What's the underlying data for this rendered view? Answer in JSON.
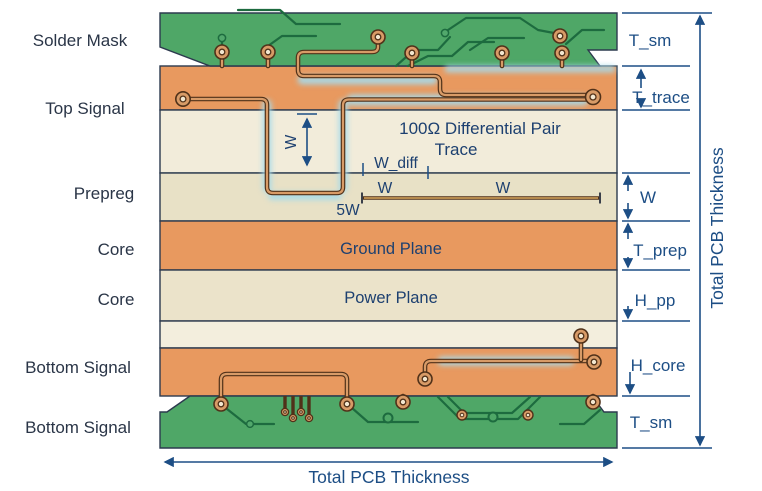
{
  "diagram_title": "PCB Stackup Cross Section",
  "layer_labels": [
    "Solder Mask",
    "Top Signal",
    "Prepreg",
    "Core",
    "Core",
    "Bottom Signal",
    "Bottom Signal"
  ],
  "dim_labels": [
    "T_sm",
    "T_trace",
    "W",
    "T_prep",
    "H_pp",
    "H_core",
    "T_sm"
  ],
  "annotations": {
    "diff_pair_line1": "100Ω Differential Pair",
    "diff_pair_line2": "Trace",
    "trace_depth": "W",
    "w_diff": "W_diff",
    "w_left": "W",
    "w_right": "W",
    "five_w": "5W",
    "ground_plane": "Ground Plane",
    "power_plane": "Power Plane"
  },
  "totals": {
    "vertical": "Total PCB Thickness",
    "horizontal": "Total PCB Thickness"
  },
  "colors": {
    "solder_mask_green": "#4fa767",
    "copper_layer_orange": "#e8995f",
    "prepreg_cream": "#f2ecda",
    "prepreg_tan": "#e8e1c6",
    "power_plane_beige": "#ebe3ca",
    "inner_cream": "#f3eedd",
    "trace_copper": "#d89b67",
    "trace_outline": "#503119",
    "signal_glow_cyan": "#a6daea",
    "annotation_navy": "#1d4e85",
    "pcb_trace_green": "#1d6b3f"
  }
}
